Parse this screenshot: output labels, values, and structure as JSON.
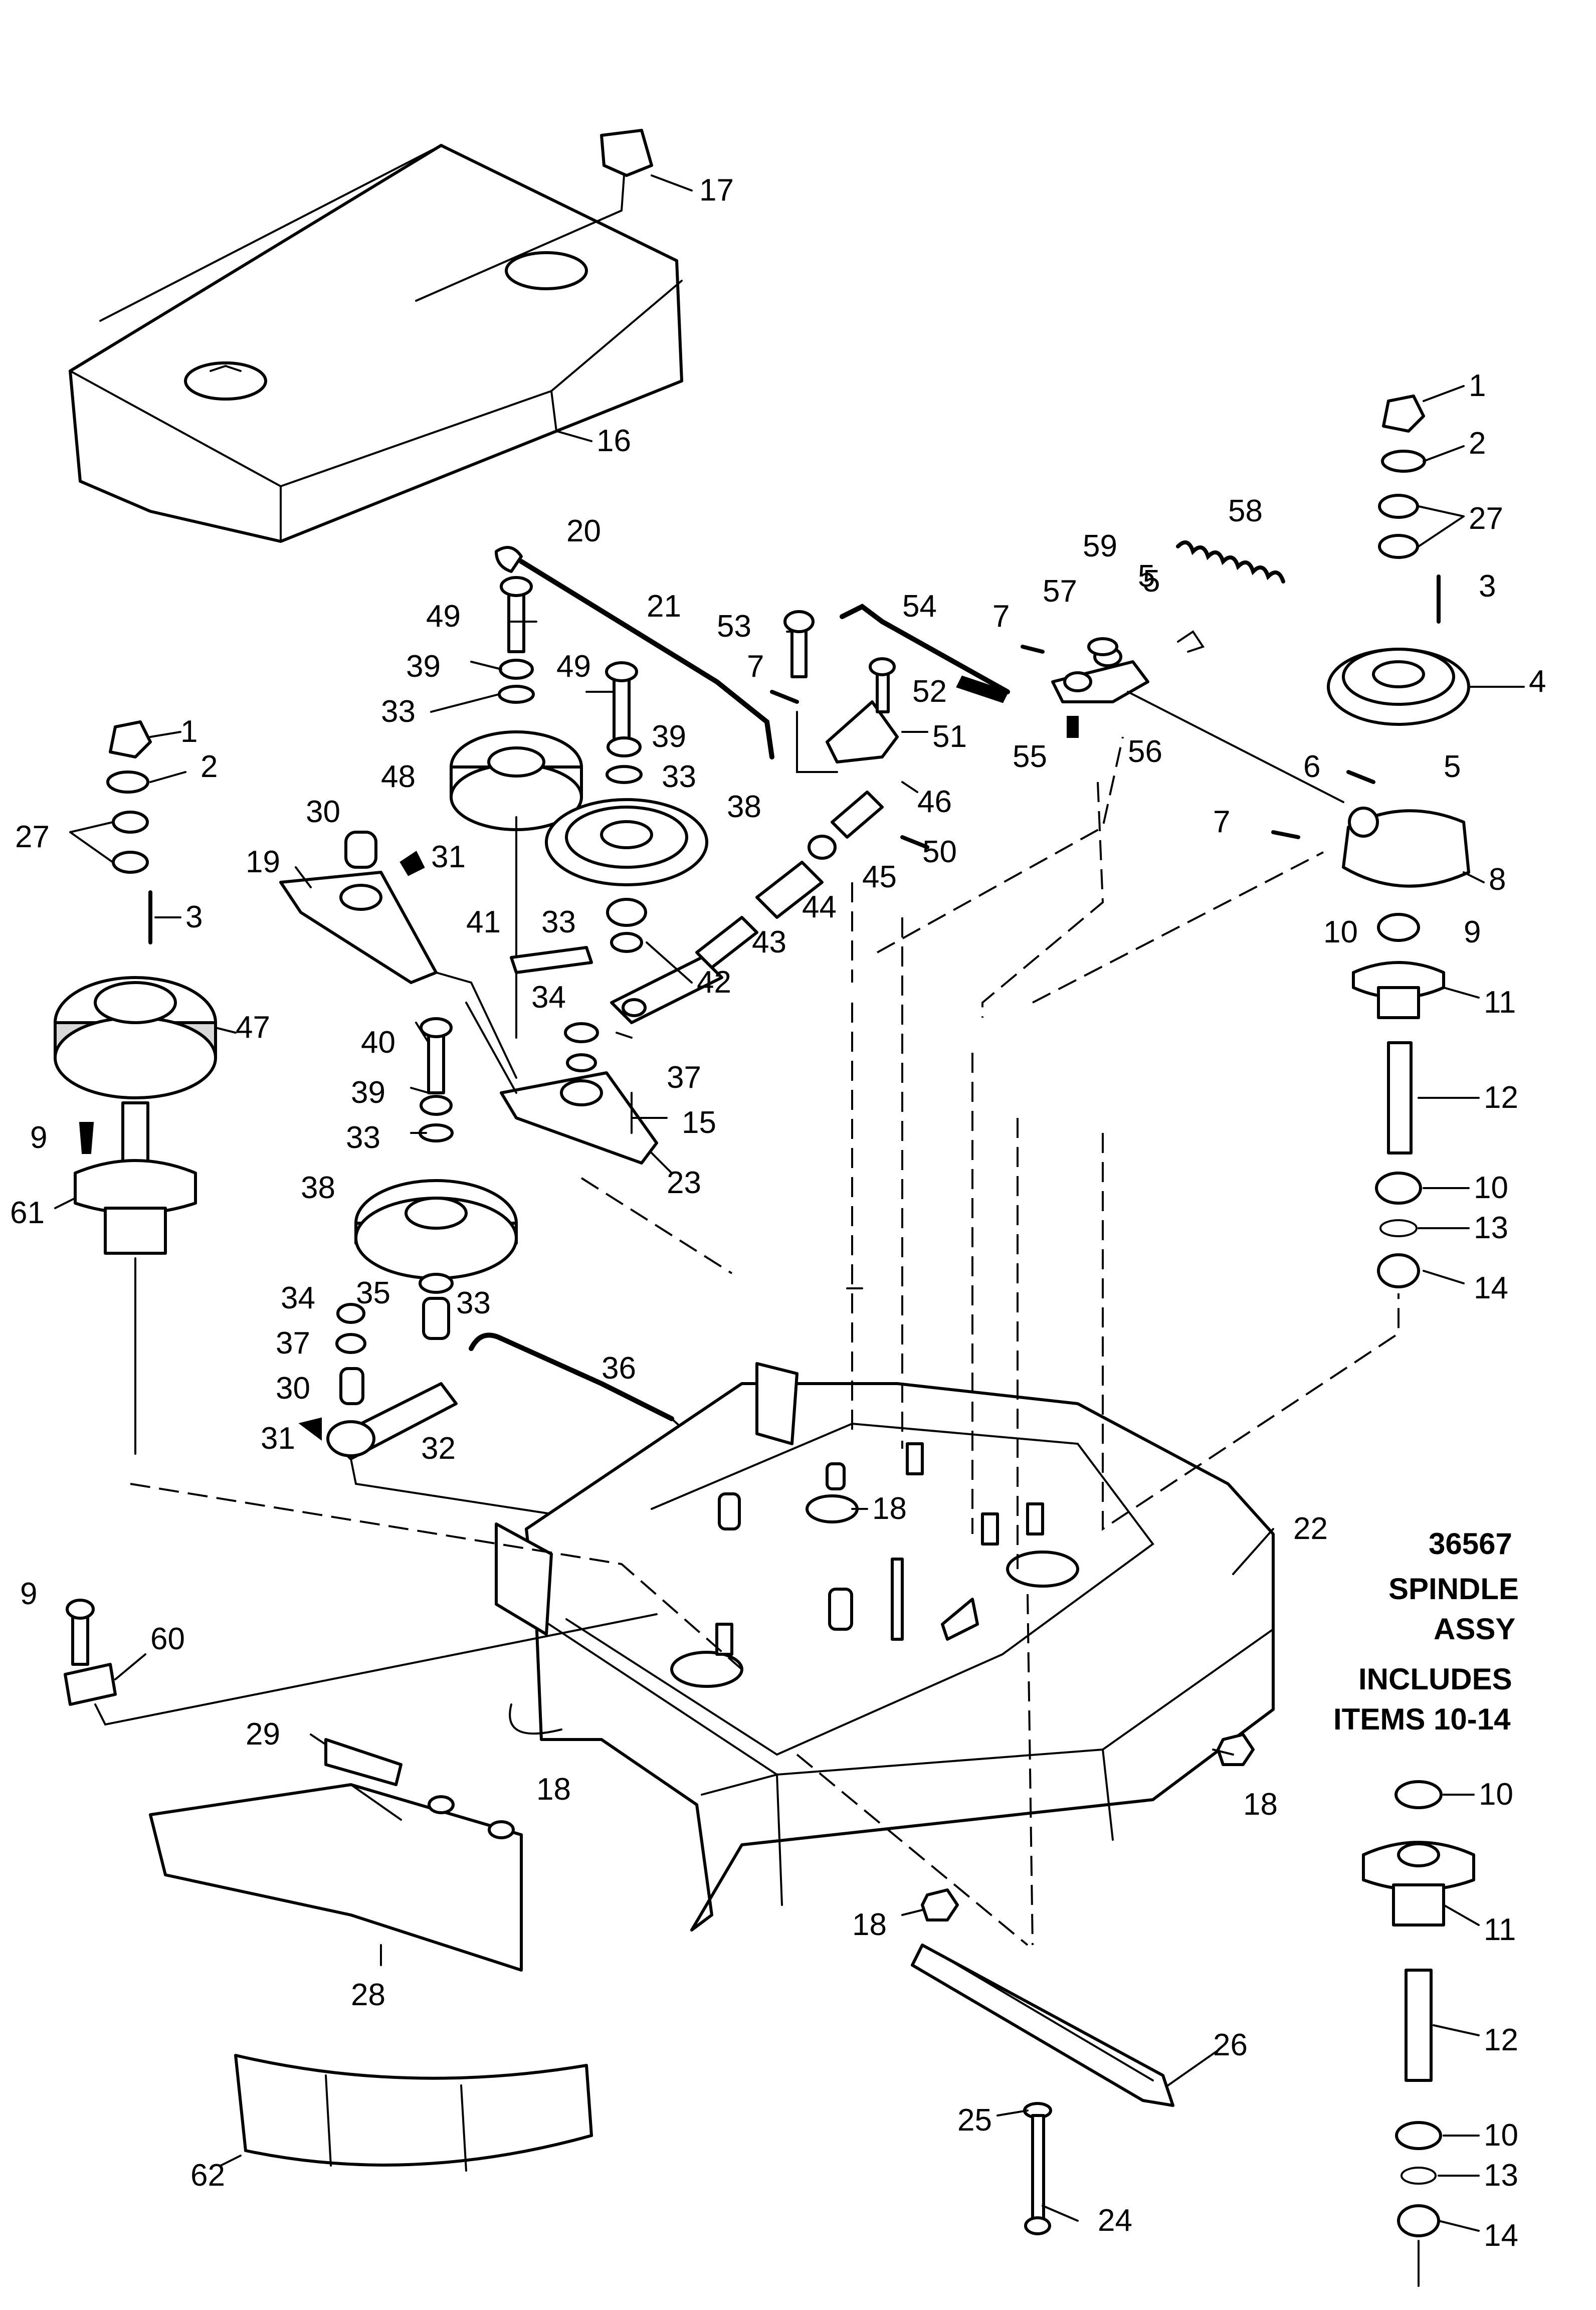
{
  "note": {
    "part_number": "36567",
    "line1": "SPINDLE",
    "line2": "ASSY",
    "line3": "INCLUDES",
    "line4": "ITEMS 10-14"
  },
  "callouts": [
    {
      "id": "c17",
      "text": "17"
    },
    {
      "id": "c16",
      "text": "16"
    },
    {
      "id": "c1r",
      "text": "1"
    },
    {
      "id": "c2r",
      "text": "2"
    },
    {
      "id": "c27r",
      "text": "27"
    },
    {
      "id": "c3r",
      "text": "3"
    },
    {
      "id": "c4",
      "text": "4"
    },
    {
      "id": "c5a",
      "text": "5"
    },
    {
      "id": "c6",
      "text": "6"
    },
    {
      "id": "c5b",
      "text": "5"
    },
    {
      "id": "c7c",
      "text": "7"
    },
    {
      "id": "c8",
      "text": "8"
    },
    {
      "id": "c10r",
      "text": "10"
    },
    {
      "id": "c9r",
      "text": "9"
    },
    {
      "id": "c11r",
      "text": "11"
    },
    {
      "id": "c12r",
      "text": "12"
    },
    {
      "id": "c10r2",
      "text": "10"
    },
    {
      "id": "c13r",
      "text": "13"
    },
    {
      "id": "c14r",
      "text": "14"
    },
    {
      "id": "c58",
      "text": "58"
    },
    {
      "id": "c59",
      "text": "59"
    },
    {
      "id": "c5c",
      "text": "5"
    },
    {
      "id": "c57",
      "text": "57"
    },
    {
      "id": "c7a",
      "text": "7"
    },
    {
      "id": "c55",
      "text": "55"
    },
    {
      "id": "c56",
      "text": "56"
    },
    {
      "id": "c20",
      "text": "20"
    },
    {
      "id": "c21",
      "text": "21"
    },
    {
      "id": "c53",
      "text": "53"
    },
    {
      "id": "c54",
      "text": "54"
    },
    {
      "id": "c7b",
      "text": "7"
    },
    {
      "id": "c52",
      "text": "52"
    },
    {
      "id": "c51",
      "text": "51"
    },
    {
      "id": "c46",
      "text": "46"
    },
    {
      "id": "c50",
      "text": "50"
    },
    {
      "id": "c45",
      "text": "45"
    },
    {
      "id": "c44",
      "text": "44"
    },
    {
      "id": "c43",
      "text": "43"
    },
    {
      "id": "c42",
      "text": "42"
    },
    {
      "id": "c49a",
      "text": "49"
    },
    {
      "id": "c39a",
      "text": "39"
    },
    {
      "id": "c33a",
      "text": "33"
    },
    {
      "id": "c48",
      "text": "48"
    },
    {
      "id": "c49b",
      "text": "49"
    },
    {
      "id": "c39b",
      "text": "39"
    },
    {
      "id": "c33b",
      "text": "33"
    },
    {
      "id": "c38a",
      "text": "38"
    },
    {
      "id": "c33c",
      "text": "33"
    },
    {
      "id": "c41",
      "text": "41"
    },
    {
      "id": "c34a",
      "text": "34"
    },
    {
      "id": "c37a",
      "text": "37"
    },
    {
      "id": "c15",
      "text": "15"
    },
    {
      "id": "c23",
      "text": "23"
    },
    {
      "id": "c30a",
      "text": "30"
    },
    {
      "id": "c31a",
      "text": "31"
    },
    {
      "id": "c19",
      "text": "19"
    },
    {
      "id": "c1l",
      "text": "1"
    },
    {
      "id": "c2l",
      "text": "2"
    },
    {
      "id": "c27l",
      "text": "27"
    },
    {
      "id": "c3l",
      "text": "3"
    },
    {
      "id": "c47",
      "text": "47"
    },
    {
      "id": "c9l",
      "text": "9"
    },
    {
      "id": "c61",
      "text": "61"
    },
    {
      "id": "c40",
      "text": "40"
    },
    {
      "id": "c39c",
      "text": "39"
    },
    {
      "id": "c33d",
      "text": "33"
    },
    {
      "id": "c38b",
      "text": "38"
    },
    {
      "id": "c34b",
      "text": "34"
    },
    {
      "id": "c35",
      "text": "35"
    },
    {
      "id": "c33e",
      "text": "33"
    },
    {
      "id": "c37b",
      "text": "37"
    },
    {
      "id": "c30b",
      "text": "30"
    },
    {
      "id": "c31b",
      "text": "31"
    },
    {
      "id": "c32",
      "text": "32"
    },
    {
      "id": "c36",
      "text": "36"
    },
    {
      "id": "c18a",
      "text": "18"
    },
    {
      "id": "c22",
      "text": "22"
    },
    {
      "id": "c9b",
      "text": "9"
    },
    {
      "id": "c60",
      "text": "60"
    },
    {
      "id": "c29",
      "text": "29"
    },
    {
      "id": "c18b",
      "text": "18"
    },
    {
      "id": "c18c",
      "text": "18"
    },
    {
      "id": "c18d",
      "text": "18"
    },
    {
      "id": "c28",
      "text": "28"
    },
    {
      "id": "c26",
      "text": "26"
    },
    {
      "id": "c25",
      "text": "25"
    },
    {
      "id": "c24",
      "text": "24"
    },
    {
      "id": "c62",
      "text": "62"
    },
    {
      "id": "c10s",
      "text": "10"
    },
    {
      "id": "c11s",
      "text": "11"
    },
    {
      "id": "c12s",
      "text": "12"
    },
    {
      "id": "c10s2",
      "text": "10"
    },
    {
      "id": "c13s",
      "text": "13"
    },
    {
      "id": "c14s",
      "text": "14"
    }
  ]
}
